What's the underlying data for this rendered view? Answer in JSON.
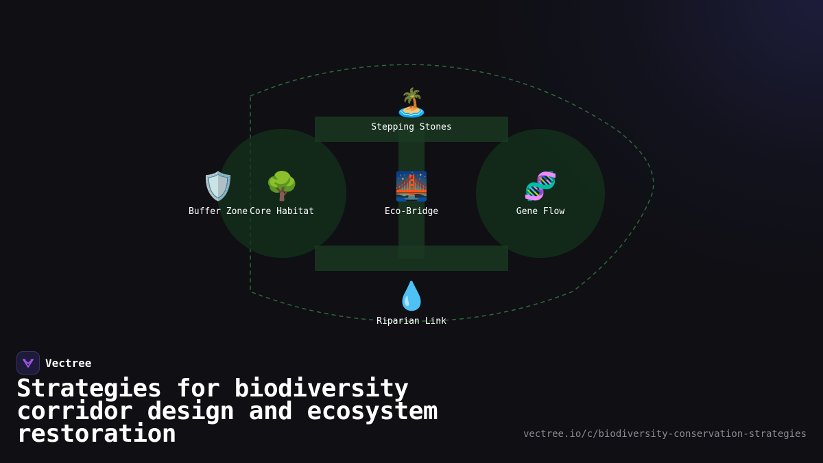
{
  "brand": {
    "name": "Vectree",
    "logo_icon": "vectree-logo-icon",
    "accent": "#a855f7"
  },
  "title": "Strategies for biodiversity corridor design and ecosystem restoration",
  "url": "vectree.io/c/biodiversity-conservation-strategies",
  "diagram": {
    "colors": {
      "zone_fill": "#14331c",
      "bar_fill": "#1a3a22",
      "boundary_stroke": "#2e6b36",
      "label": "#ffffff"
    },
    "nodes": [
      {
        "id": "stepping-stones",
        "label": "Stepping Stones",
        "emoji": "🏝️",
        "icon": "island-icon"
      },
      {
        "id": "buffer-zone",
        "label": "Buffer Zone",
        "emoji": "🛡️",
        "icon": "shield-icon"
      },
      {
        "id": "core-habitat",
        "label": "Core Habitat",
        "emoji": "🌳",
        "icon": "tree-icon"
      },
      {
        "id": "eco-bridge",
        "label": "Eco-Bridge",
        "emoji": "🌉",
        "icon": "bridge-icon"
      },
      {
        "id": "gene-flow",
        "label": "Gene Flow",
        "emoji": "🧬",
        "icon": "dna-icon"
      },
      {
        "id": "riparian-link",
        "label": "Riparian Link",
        "emoji": "💧",
        "icon": "water-drop-icon"
      }
    ]
  }
}
